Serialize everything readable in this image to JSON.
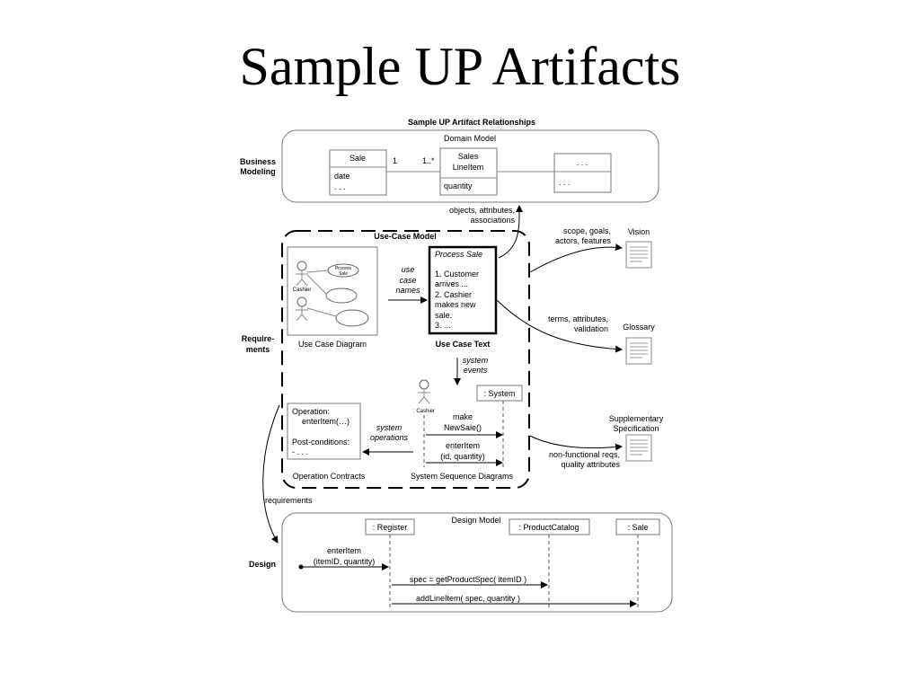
{
  "slide": {
    "title": "Sample UP Artifacts"
  },
  "diagram": {
    "title": "Sample UP Artifact Relationships",
    "disciplines": {
      "business_modeling": [
        "Business",
        "Modeling"
      ],
      "requirements": [
        "Require-",
        "ments"
      ],
      "design": "Design"
    },
    "domain_model": {
      "title": "Domain Model",
      "sale": {
        "name": "Sale",
        "attrs": [
          "date",
          ". . ."
        ]
      },
      "mult_left": "1",
      "mult_right": "1..*",
      "line_item": {
        "name": [
          "Sales",
          "LineItem"
        ],
        "attrs": [
          "quantity"
        ]
      },
      "other": {
        "name": ". . .",
        "attrs": [
          ". . ."
        ]
      }
    },
    "link_objects": [
      "objects, attributes,",
      "associations"
    ],
    "use_case_model": {
      "title": "Use-Case Model",
      "uc_diagram": {
        "caption": "Use Case Diagram",
        "actor": "Cashier",
        "usecase": [
          "Process",
          "Sale"
        ]
      },
      "uc_names": [
        "use",
        "case",
        "names"
      ],
      "uc_text": {
        "title": "Process Sale",
        "lines": [
          "1. Customer",
          "arrives ...",
          "2. Cashier",
          "makes new",
          "sale.",
          "3. ..."
        ],
        "caption": "Use Case Text"
      },
      "system_events": [
        "system",
        "events"
      ],
      "ssd": {
        "actor": ": Cashier",
        "system": ": System",
        "msg1": [
          "make",
          "NewSale()"
        ],
        "msg2": [
          "enterItem",
          "(id, quantity)"
        ],
        "caption": "System Sequence Diagrams"
      },
      "system_operations": [
        "system",
        "operations"
      ],
      "contracts": {
        "lines": [
          "Operation:",
          "enterItem(…)",
          "Post-conditions:",
          "- . . ."
        ],
        "caption": "Operation Contracts"
      }
    },
    "vision": {
      "link": [
        "scope, goals,",
        "actors, features"
      ],
      "label": "Vision"
    },
    "glossary": {
      "link": [
        "terms, attributes,",
        "validation"
      ],
      "label": "Glossary"
    },
    "supplementary": {
      "link": [
        "non-functional reqs,",
        "quality attributes"
      ],
      "label": [
        "Supplementary",
        "Specification"
      ]
    },
    "requirements_link": "requirements",
    "design_model": {
      "title": "Design Model",
      "register": ": Register",
      "catalog": ": ProductCatalog",
      "sale": ": Sale",
      "msg_enter": [
        "enterItem",
        "(itemID, quantity)"
      ],
      "msg_spec": "spec = getProductSpec( itemID )",
      "msg_add": "addLineItem( spec, quantity )"
    }
  }
}
